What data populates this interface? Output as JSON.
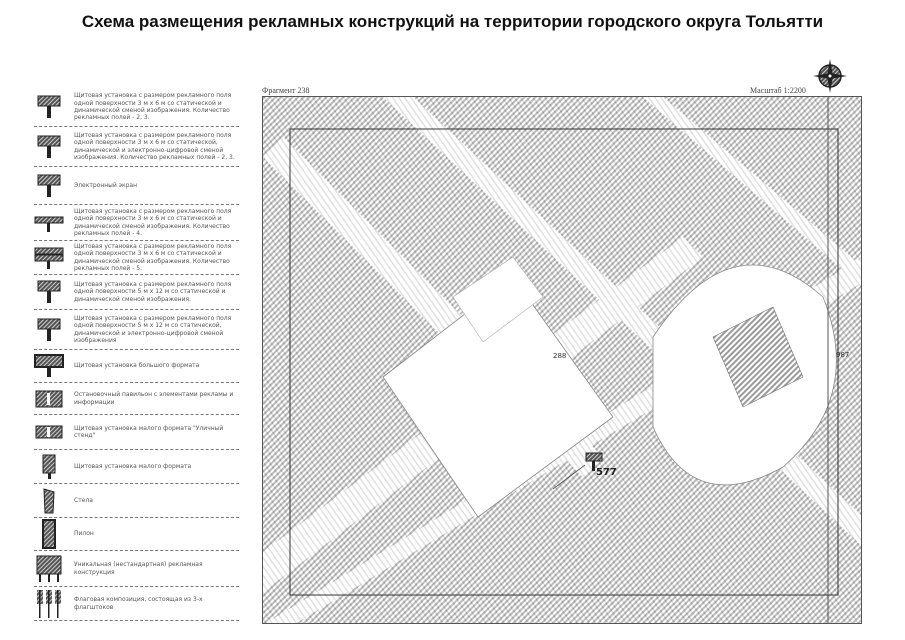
{
  "title": "Схема размещения рекламных конструкций на территории городского округа Тольятти",
  "map": {
    "fragment": "Фрагмент 238",
    "scale": "Масштаб 1:2200",
    "labels": {
      "parcel": "288",
      "construction": "577",
      "edge": "987"
    },
    "compass_icon": "compass-rose-icon"
  },
  "legend": [
    {
      "icon": "billboard-icon",
      "text": "Щитовая установка с размером рекламного поля одной поверхности 3 м х 6 м со статической и динамической сменой изображения. Количество рекламных полей - 2, 3."
    },
    {
      "icon": "billboard-icon",
      "text": "Щитовая установка с размером рекламного поля одной поверхности 3 м х 6 м со статической, динамической и электронно-цифровой сменой изображения. Количество рекламных полей - 2, 3."
    },
    {
      "icon": "billboard-icon",
      "text": "Электронный экран"
    },
    {
      "icon": "billboard-wide-icon",
      "text": "Щитовая установка с размером рекламного поля одной поверхности 3 м х 6 м со статической и динамической сменой изображения. Количество рекламных полей - 4."
    },
    {
      "icon": "billboard-double-icon",
      "text": "Щитовая установка с размером рекламного поля одной поверхности 3 м х 6 м со статической и динамической сменой изображения. Количество рекламных полей - 5."
    },
    {
      "icon": "billboard-icon",
      "text": "Щитовая установка с размером рекламного поля одной поверхности 5 м х 12 м со статической и динамической сменой изображения."
    },
    {
      "icon": "billboard-icon",
      "text": "Щитовая установка с размером рекламного поля одной поверхности 5 м х 12 м со статической, динамической и электронно-цифровой сменой изображения"
    },
    {
      "icon": "billboard-large-icon",
      "text": "Щитовая установка большого формата"
    },
    {
      "icon": "pavilion-icon",
      "text": "Остановочный павильон с элементами рекламы и информации"
    },
    {
      "icon": "small-stand-icon",
      "text": "Щитовая установка малого формата \"Уличный стенд\""
    },
    {
      "icon": "small-board-icon",
      "text": "Щитовая установка малого формата"
    },
    {
      "icon": "stele-icon",
      "text": "Стела"
    },
    {
      "icon": "pylon-icon",
      "text": "Пилон"
    },
    {
      "icon": "unique-construction-icon",
      "text": "Уникальная (нестандартная) рекламная конструкция"
    },
    {
      "icon": "flag-composition-icon",
      "text": "Флаговая композиция, состоящая из 3-х флагштоков"
    }
  ]
}
